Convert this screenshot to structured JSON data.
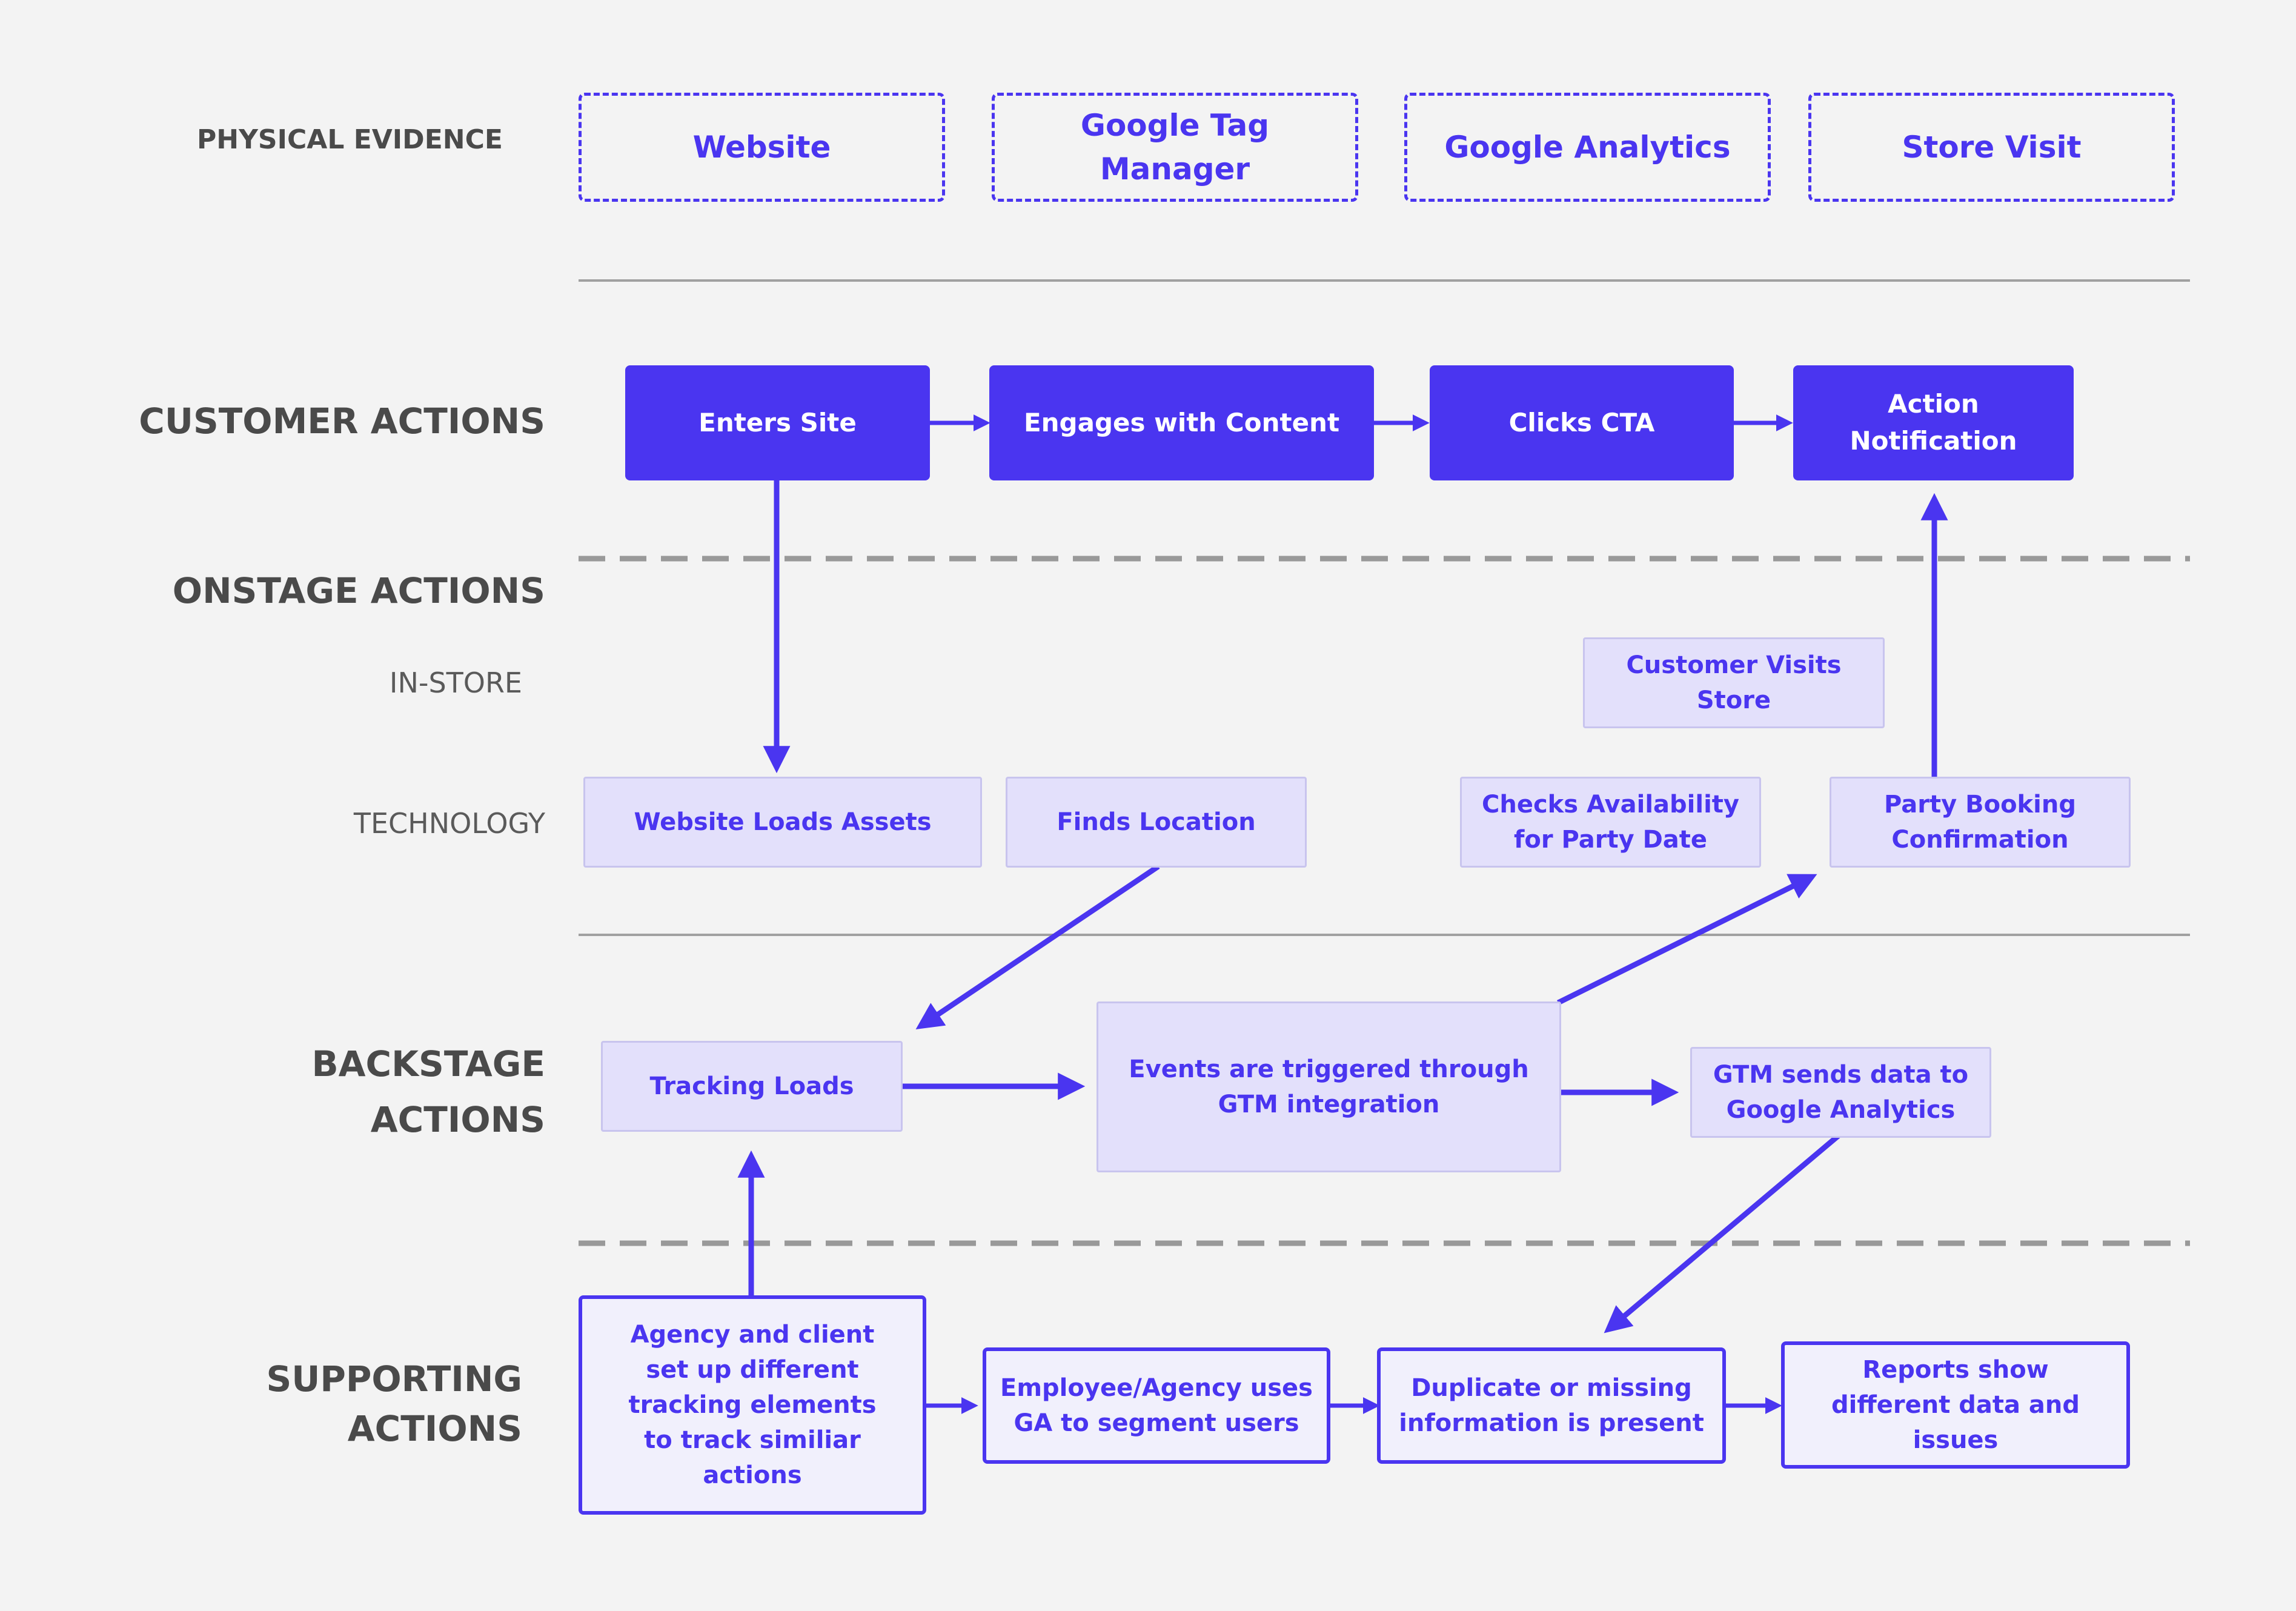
{
  "lanes": {
    "physical_evidence": "PHYSICAL EVIDENCE",
    "customer_actions": "CUSTOMER ACTIONS",
    "onstage_actions": "ONSTAGE ACTIONS",
    "in_store": "IN-STORE",
    "technology": "TECHNOLOGY",
    "backstage_line1": "BACKSTAGE",
    "backstage_line2": "ACTIONS",
    "supporting_line1": "SUPPORTING",
    "supporting_line2": "ACTIONS"
  },
  "physical_evidence": {
    "website": "Website",
    "gtm": "Google Tag Manager",
    "ga": "Google Analytics",
    "store_visit": "Store Visit"
  },
  "customer_actions": {
    "enters_site": "Enters Site",
    "engages": "Engages with Content",
    "clicks_cta": "Clicks CTA",
    "action_notification": "Action Notification"
  },
  "onstage": {
    "customer_visits_store": "Customer Visits Store",
    "website_loads_assets": "Website Loads Assets",
    "finds_location": "Finds Location",
    "checks_availability": "Checks Availability for Party Date",
    "party_booking": "Party Booking Confirmation"
  },
  "backstage": {
    "tracking_loads": "Tracking Loads",
    "events_triggered": "Events are triggered through GTM integration",
    "gtm_sends": "GTM sends data to Google Analytics"
  },
  "supporting": {
    "agency_setup": "Agency and client set up different tracking elements to track similiar actions",
    "employee_uses_ga": "Employee/Agency uses GA to segment users",
    "duplicate_info": "Duplicate or missing information is present",
    "reports_show": "Reports show different data and issues"
  },
  "colors": {
    "accent": "#4a35f0",
    "box_fill": "#e3e0fb",
    "background": "#f3f3f3",
    "divider": "#999999"
  }
}
